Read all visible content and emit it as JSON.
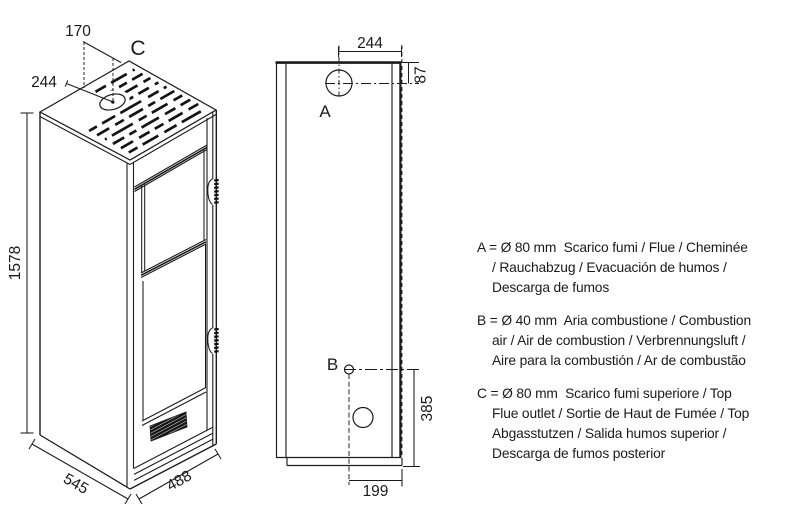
{
  "front_view": {
    "dim_top_offset": "170",
    "dim_top_center": "244",
    "dim_height": "1578",
    "dim_depth": "545",
    "dim_width": "488",
    "label_top_outlet": "C"
  },
  "rear_view": {
    "dim_flue_x": "244",
    "dim_flue_y": "87",
    "dim_air_y": "385",
    "dim_air_x": "199",
    "label_flue": "A",
    "label_air": "B"
  },
  "legend": {
    "items": [
      {
        "lines": [
          "A = Ø 80 mm  Scarico fumi / Flue /  Cheminée",
          "/ Rauchabzug / Evacuación de humos /",
          "Descarga de fumos"
        ]
      },
      {
        "lines": [
          "B = Ø 40 mm  Aria combustione / Combustion",
          "air / Air de combustion / Verbrennungsluft /",
          "Aire para la combustión / Ar de combustão"
        ]
      },
      {
        "lines": [
          "C = Ø 80 mm  Scarico fumi superiore / Top",
          "Flue outlet / Sortie de Haut de Fumée / Top",
          "Abgasstutzen / Salida humos superior /",
          "Descarga de fumos posterior"
        ]
      }
    ]
  }
}
